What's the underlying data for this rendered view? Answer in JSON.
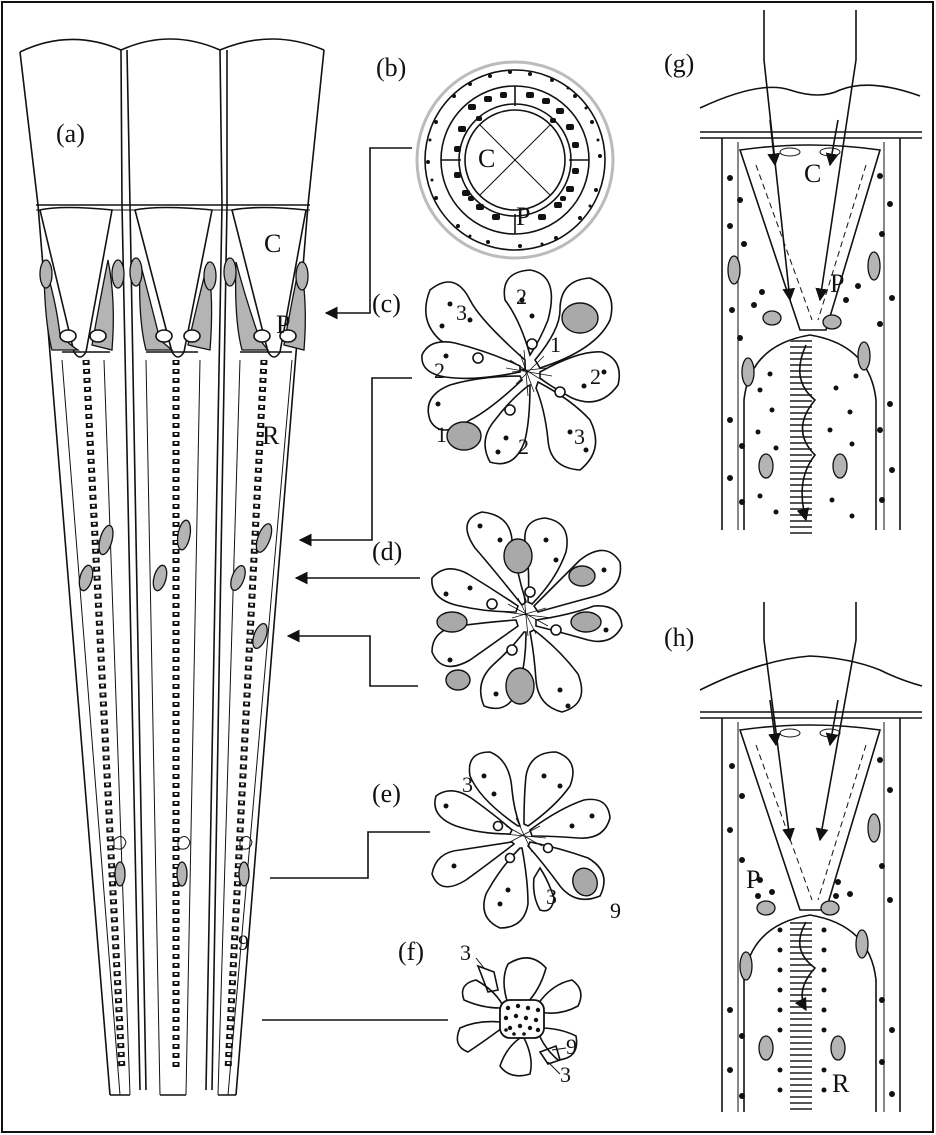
{
  "panels": {
    "a": {
      "label": "(a)",
      "C": "C",
      "P": "P",
      "R": "R",
      "n9": "9"
    },
    "b": {
      "label": "(b)",
      "C": "C",
      "P": "P"
    },
    "c": {
      "label": "(c)",
      "nums": [
        "3",
        "2",
        "1",
        "2",
        "2",
        "1",
        "2",
        "3"
      ]
    },
    "d": {
      "label": "(d)"
    },
    "e": {
      "label": "(e)",
      "nums": [
        "3",
        "3",
        "9"
      ]
    },
    "f": {
      "label": "(f)",
      "nums": [
        "3",
        "9",
        "3"
      ]
    },
    "g": {
      "label": "(g)",
      "C": "C",
      "P": "P"
    },
    "h": {
      "label": "(h)",
      "P": "P",
      "R": "R"
    }
  },
  "colors": {
    "ink": "#111111",
    "nucleus": "#a9a9a9",
    "pigment": "#b4b4b4",
    "background": "#ffffff"
  }
}
